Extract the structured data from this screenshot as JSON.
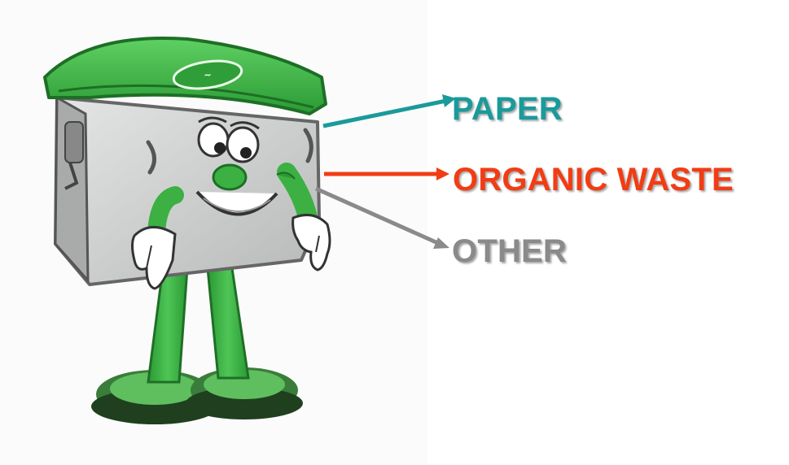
{
  "mascot": {
    "icon": "recycling-bin-mascot-icon",
    "lid_logo_text": "Ge...e",
    "body_color": "#cfd1d0",
    "accent_color": "#3cb043"
  },
  "labels": [
    {
      "text": "PAPER",
      "color": "#1a9a9a"
    },
    {
      "text": "ORGANIC WASTE",
      "color": "#f23c14"
    },
    {
      "text": "OTHER",
      "color": "#8a8a8a"
    }
  ]
}
